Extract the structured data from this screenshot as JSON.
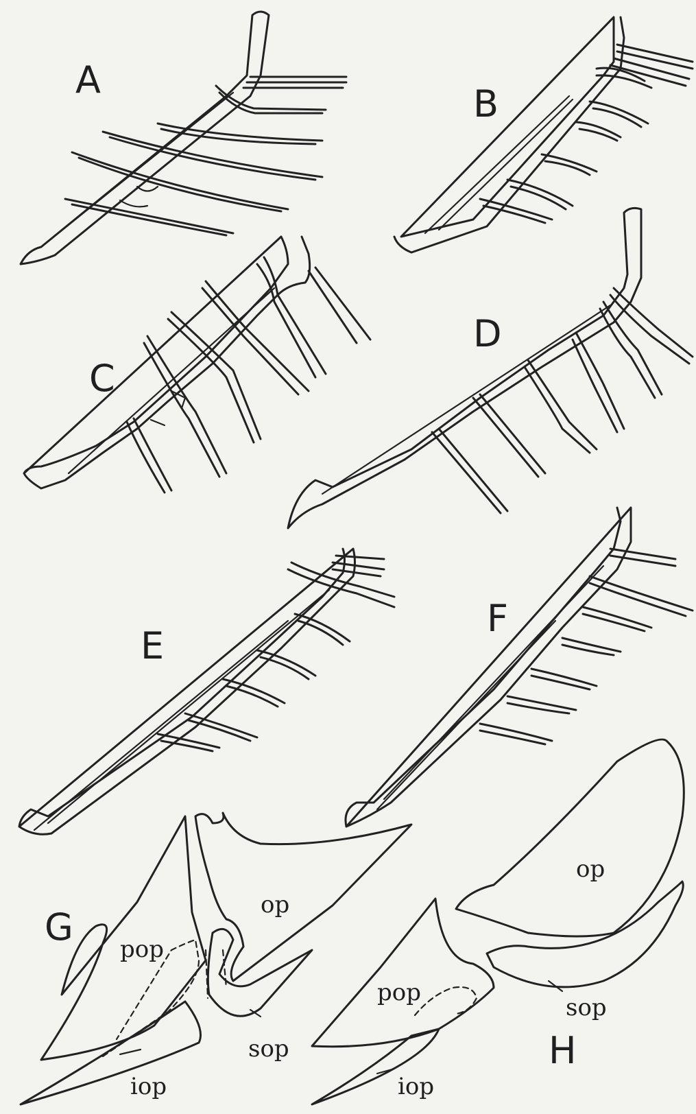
{
  "figure": {
    "panels": [
      {
        "id": "A",
        "label": "A"
      },
      {
        "id": "B",
        "label": "B"
      },
      {
        "id": "C",
        "label": "C"
      },
      {
        "id": "D",
        "label": "D"
      },
      {
        "id": "E",
        "label": "E"
      },
      {
        "id": "F",
        "label": "F"
      },
      {
        "id": "G",
        "label": "G",
        "bones": {
          "pop": "pop",
          "op": "op",
          "sop": "sop",
          "iop": "iop"
        }
      },
      {
        "id": "H",
        "label": "H",
        "bones": {
          "pop": "pop",
          "op": "op",
          "sop": "sop",
          "iop": "iop"
        }
      }
    ]
  }
}
